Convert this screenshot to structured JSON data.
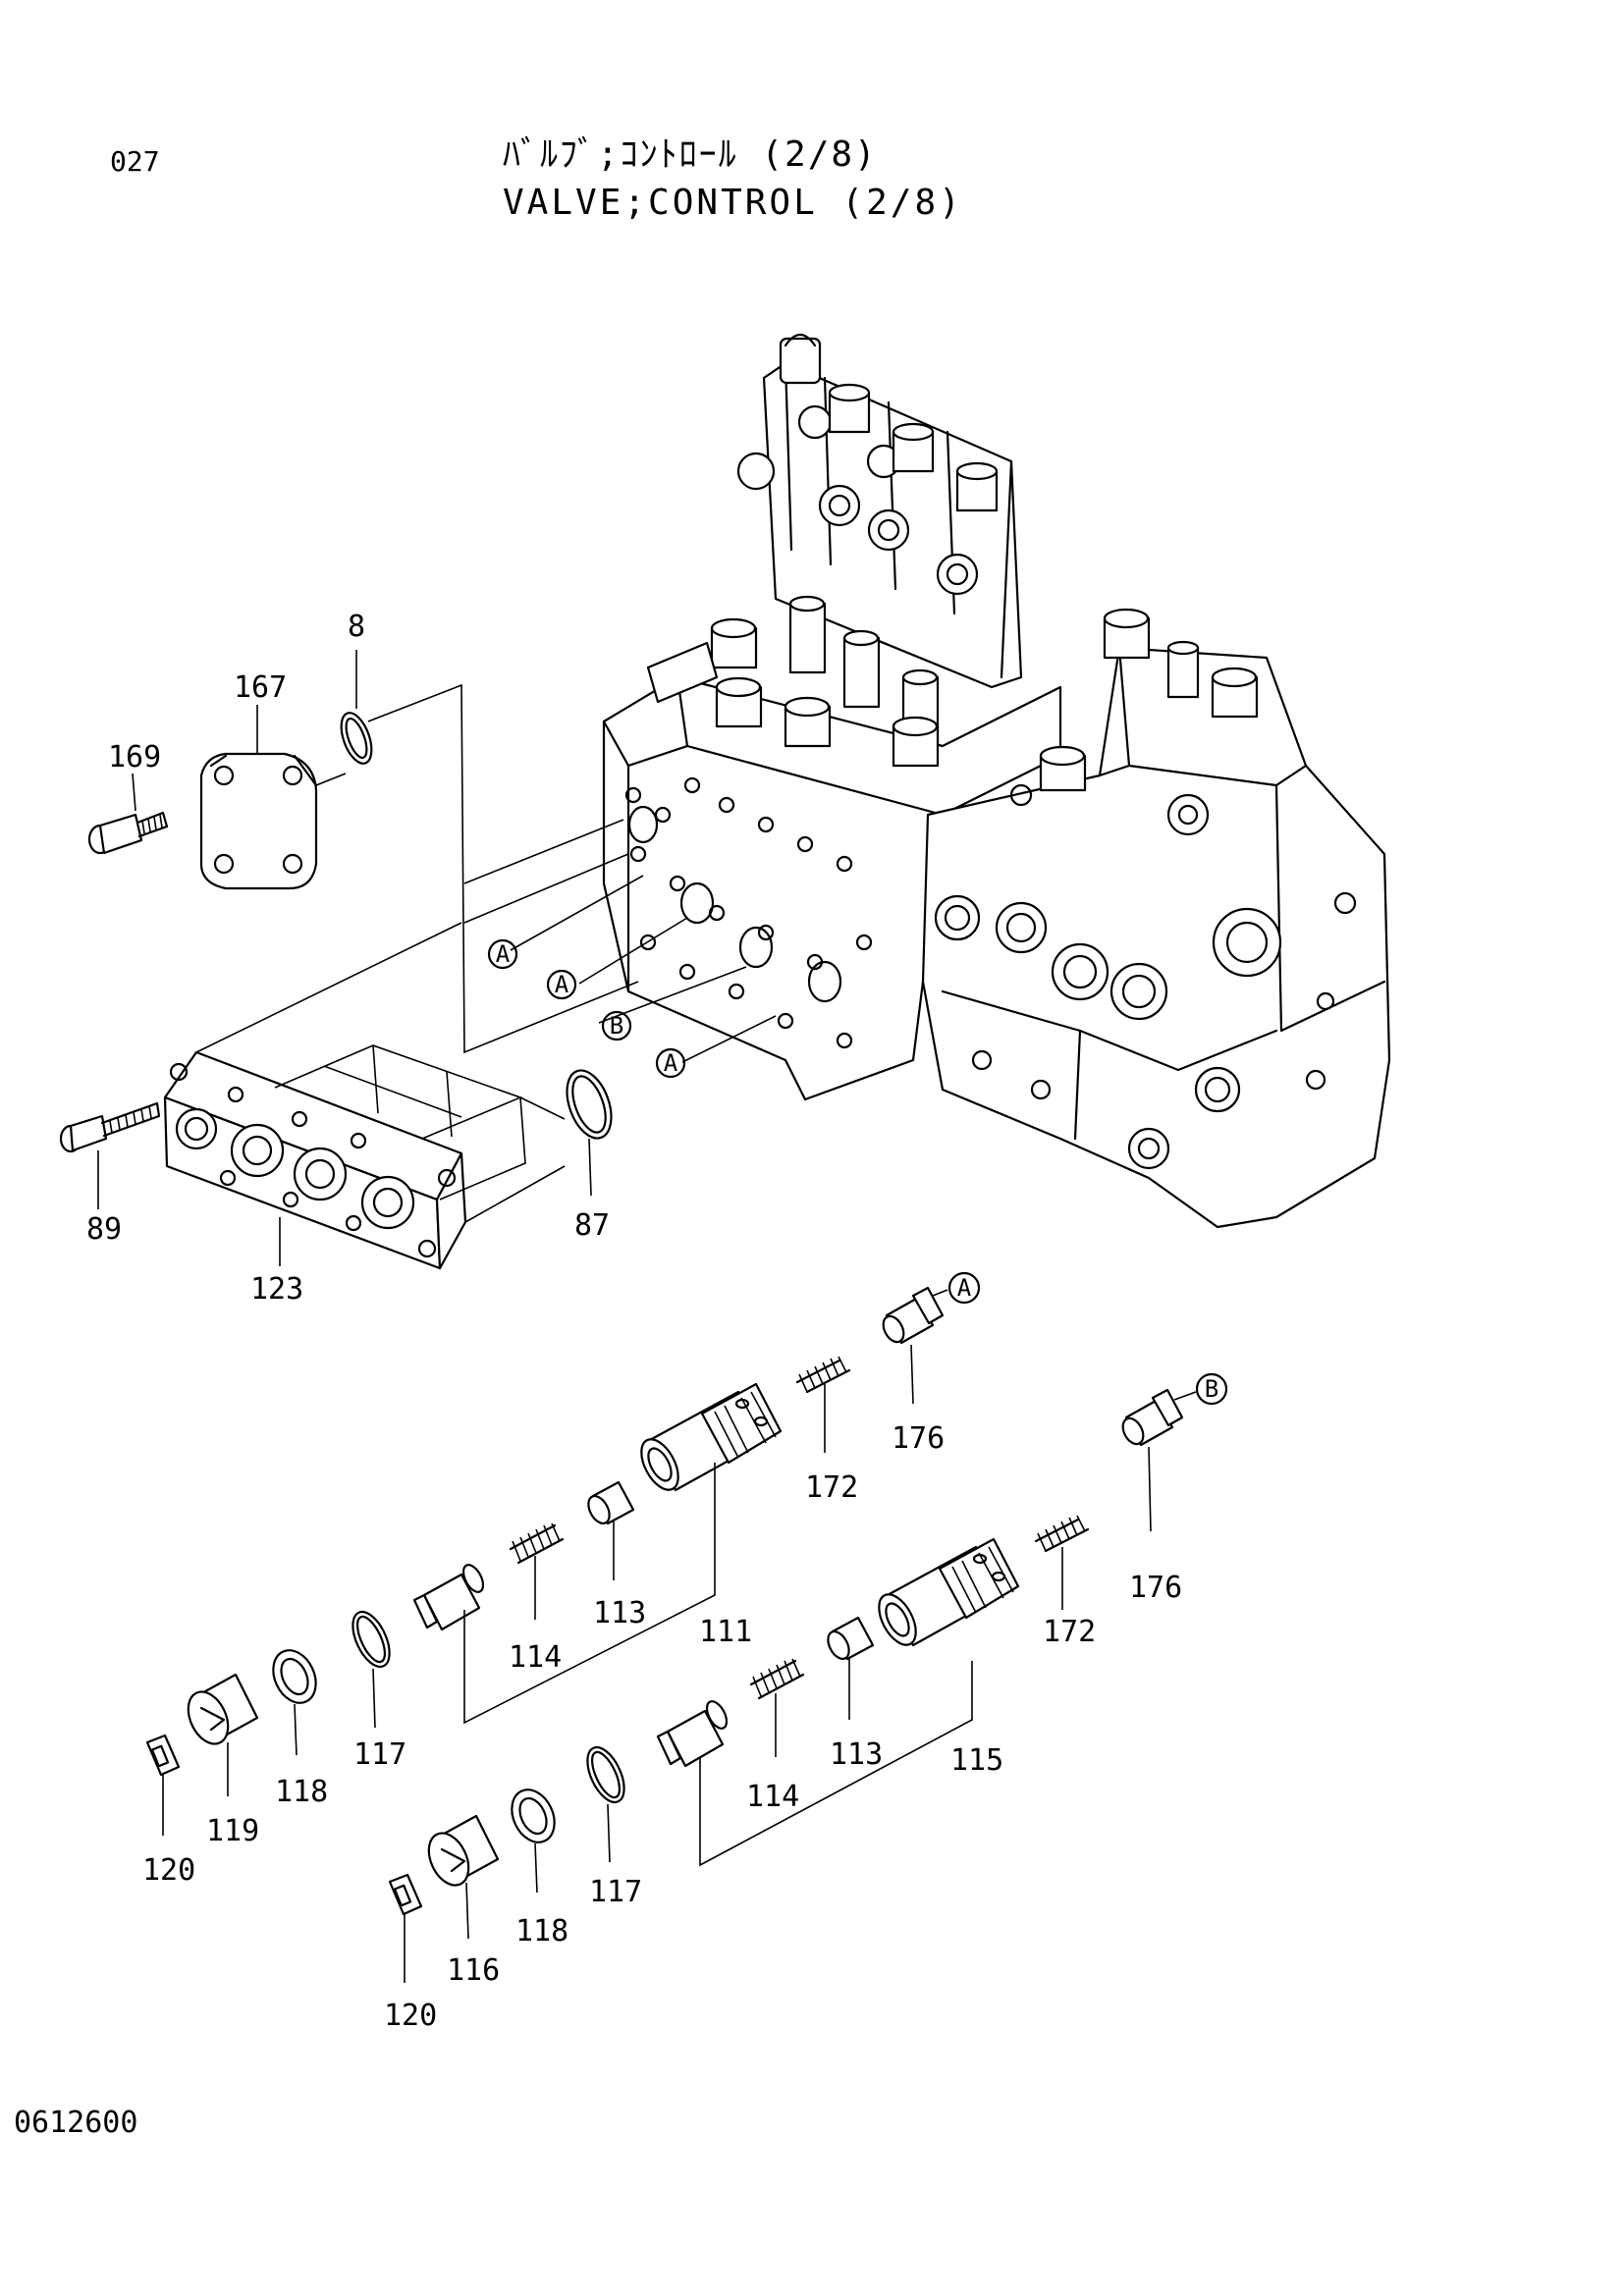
{
  "header": {
    "page_number": "027",
    "title_jp": "ﾊﾞﾙﾌﾞ;ｺﾝﾄﾛｰﾙ (2/8)",
    "title_en": "VALVE;CONTROL (2/8)"
  },
  "footer": {
    "doc_code": "0612600"
  },
  "part_labels": {
    "p8": "8",
    "p167": "167",
    "p169": "169",
    "p89": "89",
    "p123": "123",
    "p87": "87",
    "p176a": "176",
    "p172a": "172",
    "p113a": "113",
    "p111": "111",
    "p114a": "114",
    "p117a": "117",
    "p118a": "118",
    "p119": "119",
    "p120a": "120",
    "p176b": "176",
    "p172b": "172",
    "p113b": "113",
    "p115": "115",
    "p114b": "114",
    "p117b": "117",
    "p118b": "118",
    "p116": "116",
    "p120b": "120"
  },
  "ref_markers": {
    "r1": "A",
    "r2": "A",
    "r3": "B",
    "r4": "A",
    "r5": "A",
    "r6": "B"
  }
}
